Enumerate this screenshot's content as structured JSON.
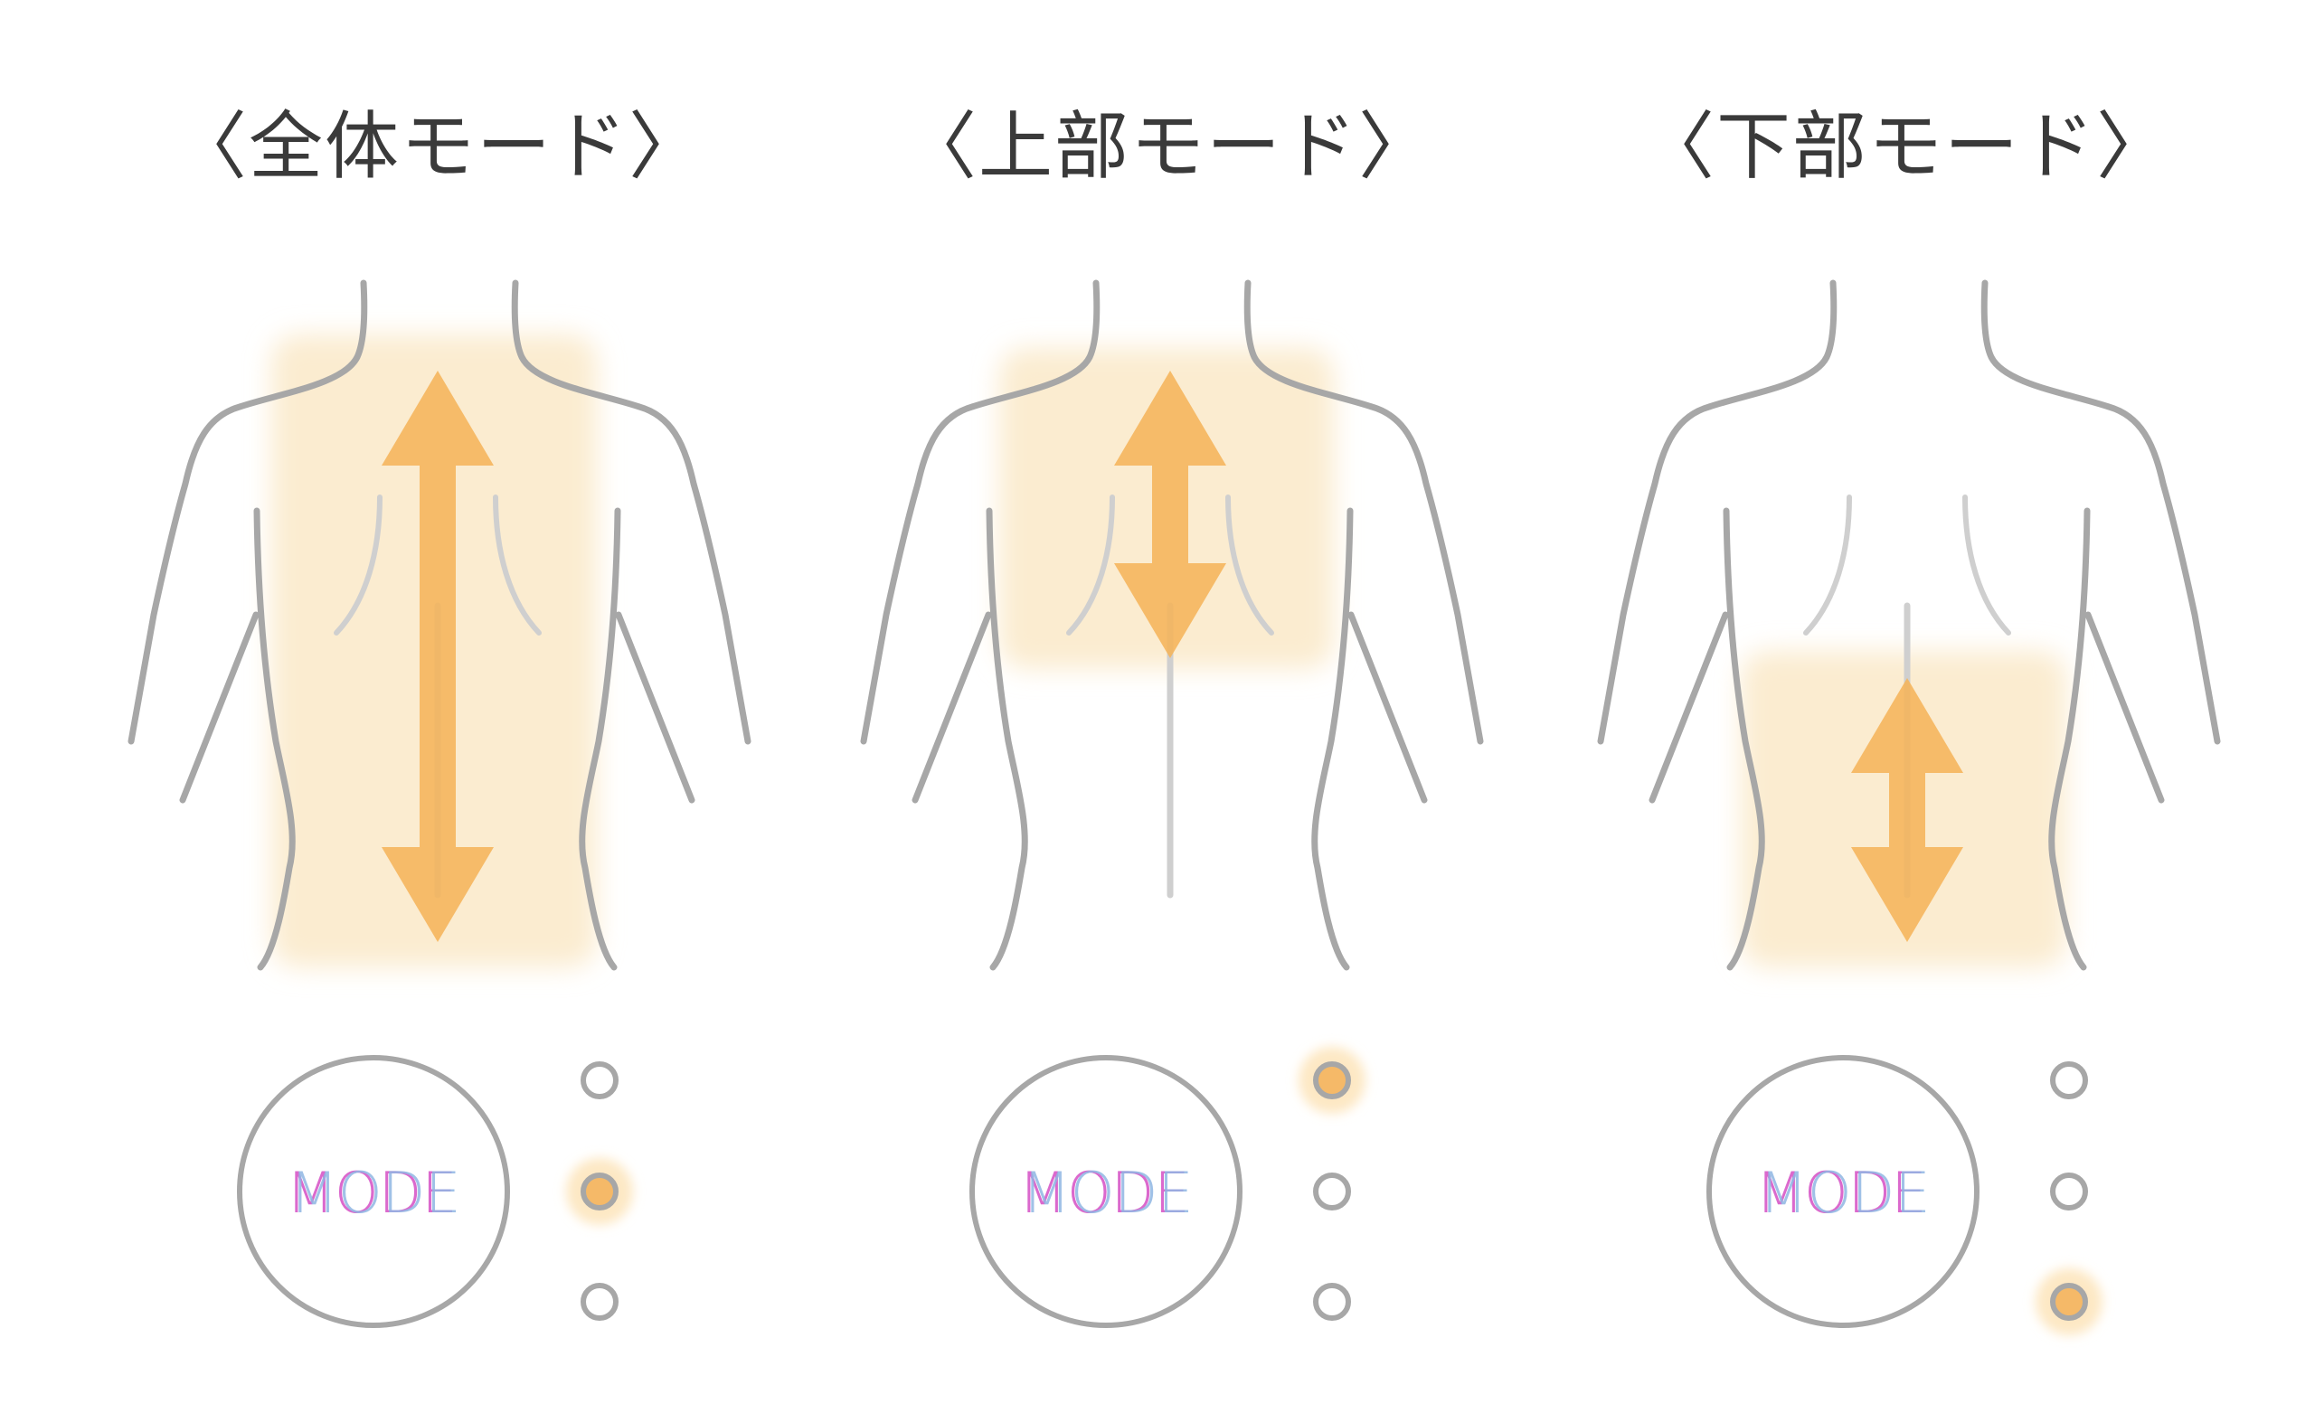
{
  "colors": {
    "outline": "#a7a7a7",
    "spine": "#cfcfcf",
    "glow": "#fbecd0",
    "arrow": "#f5b45a",
    "indicator_fill": "#f5b968",
    "indicator_glow": "#fde8c4",
    "mode_text_magenta": "#d54fc4",
    "mode_text_blue": "#8fb6e3",
    "title": "#3a3a3a"
  },
  "panels": [
    {
      "title": "〈全体モード〉",
      "button_label": "MODE",
      "highlight": "full",
      "active_indicator": 1
    },
    {
      "title": "〈上部モード〉",
      "button_label": "MODE",
      "highlight": "upper",
      "active_indicator": 0
    },
    {
      "title": "〈下部モード〉",
      "button_label": "MODE",
      "highlight": "lower",
      "active_indicator": 2
    }
  ]
}
